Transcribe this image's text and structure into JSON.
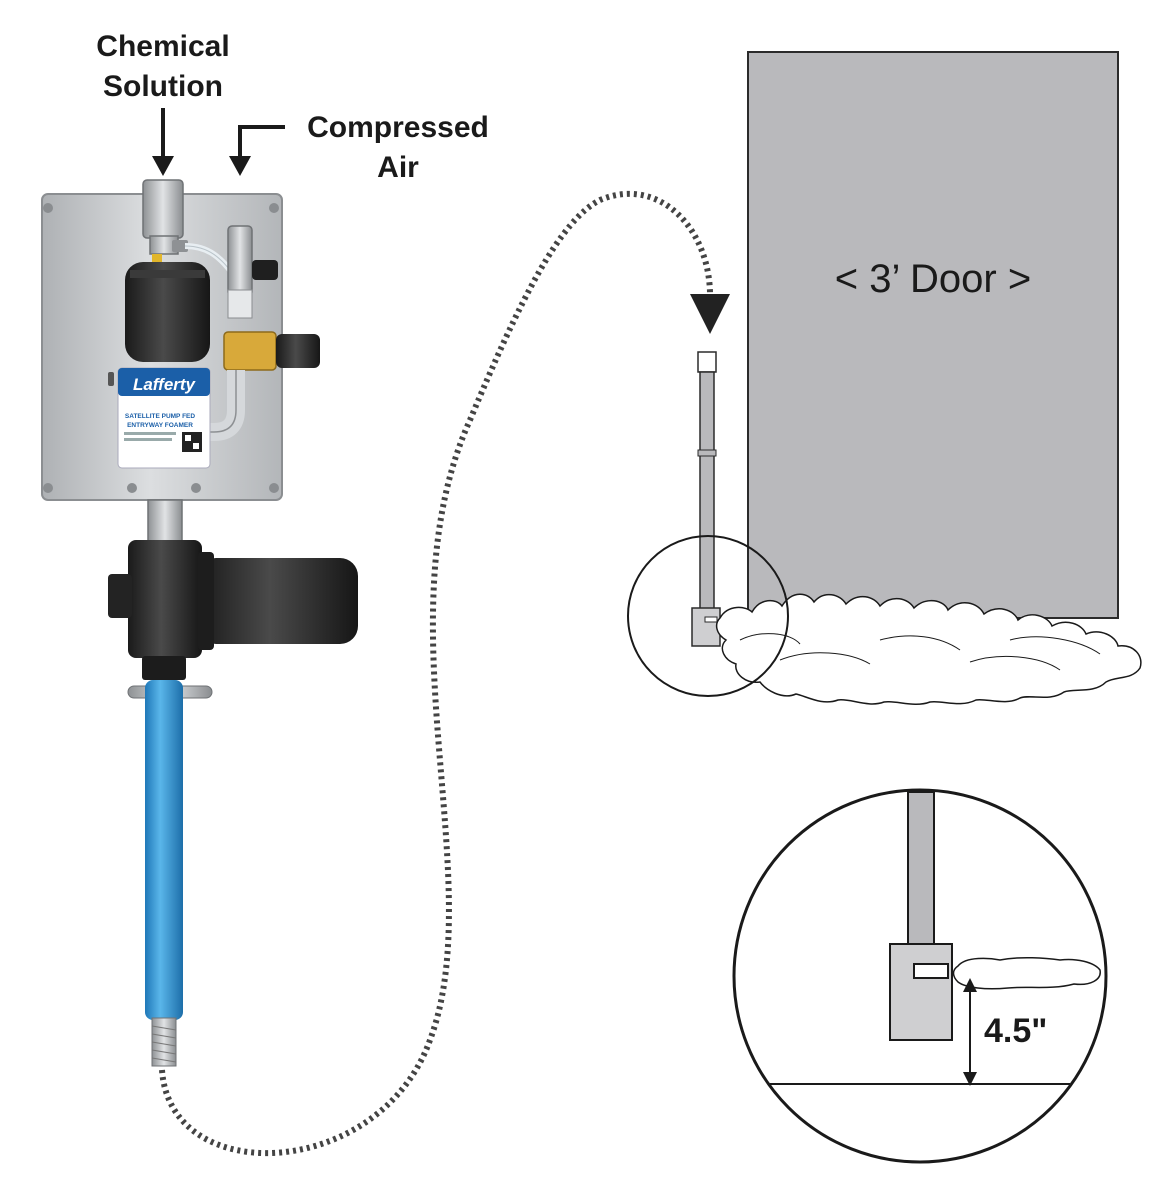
{
  "labels": {
    "chemical_line1": "Chemical",
    "chemical_line2": "Solution",
    "compressed_line1": "Compressed",
    "compressed_line2": "Air",
    "door": "< 3’ Door >",
    "height": "4.5\""
  },
  "product_label": {
    "brand": "Lafferty",
    "title_line1": "SATELLITE PUMP FED",
    "title_line2": "ENTRYWAY FOAMER"
  },
  "colors": {
    "door": "#b9b9bc",
    "plate": "#c9cbcd",
    "hose": "#3a9ddc",
    "label_blue": "#1b5fa8",
    "body": "#2b2b2b"
  }
}
